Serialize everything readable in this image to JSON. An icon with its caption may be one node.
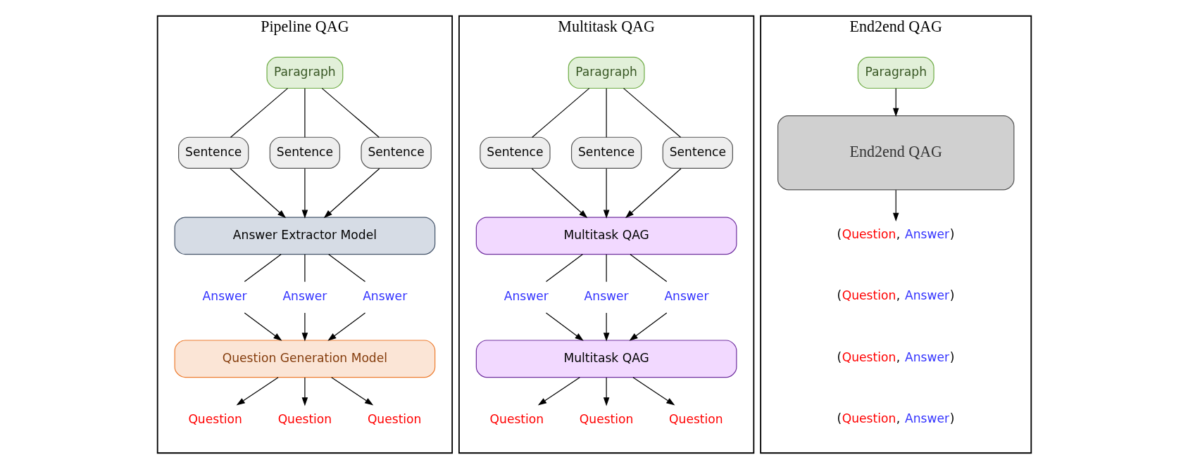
{
  "diagram": {
    "nodes": [
      {
        "text": [
          "Pipeline QAG"
        ]
      },
      {
        "text": [
          "Paragraph"
        ],
        "in": 0
      },
      {
        "text": [
          "Sentence"
        ],
        "in": 0
      },
      {
        "text": [
          "Sentence"
        ],
        "in": 0
      },
      {
        "text": [
          "Sentence"
        ],
        "in": 0
      },
      {
        "text": [
          "Answer Extractor Model"
        ],
        "in": 0
      },
      {
        "text": [
          "Answer"
        ],
        "in": 0
      },
      {
        "text": [
          "Answer"
        ],
        "in": 0
      },
      {
        "text": [
          "Answer"
        ],
        "in": 0
      },
      {
        "text": [
          "Question Generation Model"
        ],
        "in": 0
      },
      {
        "text": [
          "Question"
        ],
        "in": 0
      },
      {
        "text": [
          "Question"
        ],
        "in": 0
      },
      {
        "text": [
          "Question"
        ],
        "in": 0
      },
      {
        "text": [
          "Multitask QAG"
        ]
      },
      {
        "text": [
          "Paragraph"
        ],
        "in": 13
      },
      {
        "text": [
          "Sentence"
        ],
        "in": 13
      },
      {
        "text": [
          "Sentence"
        ],
        "in": 13
      },
      {
        "text": [
          "Sentence"
        ],
        "in": 13
      },
      {
        "text": [
          "Multitask QAG"
        ],
        "in": 13
      },
      {
        "text": [
          "Answer"
        ],
        "in": 13
      },
      {
        "text": [
          "Answer"
        ],
        "in": 13
      },
      {
        "text": [
          "Answer"
        ],
        "in": 13
      },
      {
        "text": [
          "Multitask QAG"
        ],
        "in": 13
      },
      {
        "text": [
          "Question"
        ],
        "in": 13
      },
      {
        "text": [
          "Question"
        ],
        "in": 13
      },
      {
        "text": [
          "Question"
        ],
        "in": 13
      },
      {
        "text": [
          "End2end QAG"
        ]
      },
      {
        "text": [
          "Paragraph"
        ],
        "in": 26
      },
      {
        "text": [
          "End2end QAG"
        ],
        "in": 26
      },
      {
        "text": [
          "(Question, Answer)"
        ],
        "in": 26
      },
      {
        "text": [
          "(Question, Answer)"
        ],
        "in": 26
      },
      {
        "text": [
          "(Question, Answer)"
        ],
        "in": 26
      },
      {
        "text": [
          "(Question, Answer)"
        ],
        "in": 26
      }
    ],
    "edges": [
      {
        "from": 1,
        "to": 2,
        "arrow": "none"
      },
      {
        "from": 1,
        "to": 3,
        "arrow": "none"
      },
      {
        "from": 1,
        "to": 4,
        "arrow": "none"
      },
      {
        "from": 2,
        "to": 5,
        "arrow": "to"
      },
      {
        "from": 3,
        "to": 5,
        "arrow": "to"
      },
      {
        "from": 4,
        "to": 5,
        "arrow": "to"
      },
      {
        "from": 5,
        "to": 6,
        "arrow": "none"
      },
      {
        "from": 5,
        "to": 7,
        "arrow": "none"
      },
      {
        "from": 5,
        "to": 8,
        "arrow": "none"
      },
      {
        "from": 6,
        "to": 9,
        "arrow": "to"
      },
      {
        "from": 7,
        "to": 9,
        "arrow": "to"
      },
      {
        "from": 8,
        "to": 9,
        "arrow": "to"
      },
      {
        "from": 9,
        "to": 10,
        "arrow": "to"
      },
      {
        "from": 9,
        "to": 11,
        "arrow": "to"
      },
      {
        "from": 9,
        "to": 12,
        "arrow": "to"
      },
      {
        "from": 14,
        "to": 15,
        "arrow": "none"
      },
      {
        "from": 14,
        "to": 16,
        "arrow": "none"
      },
      {
        "from": 14,
        "to": 17,
        "arrow": "none"
      },
      {
        "from": 15,
        "to": 18,
        "arrow": "to"
      },
      {
        "from": 16,
        "to": 18,
        "arrow": "to"
      },
      {
        "from": 17,
        "to": 18,
        "arrow": "to"
      },
      {
        "from": 18,
        "to": 19,
        "arrow": "none"
      },
      {
        "from": 18,
        "to": 20,
        "arrow": "none"
      },
      {
        "from": 18,
        "to": 21,
        "arrow": "none"
      },
      {
        "from": 19,
        "to": 22,
        "arrow": "to"
      },
      {
        "from": 20,
        "to": 22,
        "arrow": "to"
      },
      {
        "from": 21,
        "to": 22,
        "arrow": "to"
      },
      {
        "from": 22,
        "to": 23,
        "arrow": "to"
      },
      {
        "from": 22,
        "to": 24,
        "arrow": "to"
      },
      {
        "from": 22,
        "to": 25,
        "arrow": "to"
      },
      {
        "from": 27,
        "to": 28,
        "arrow": "to"
      },
      {
        "from": 28,
        "to": 29,
        "arrow": "to"
      }
    ]
  }
}
